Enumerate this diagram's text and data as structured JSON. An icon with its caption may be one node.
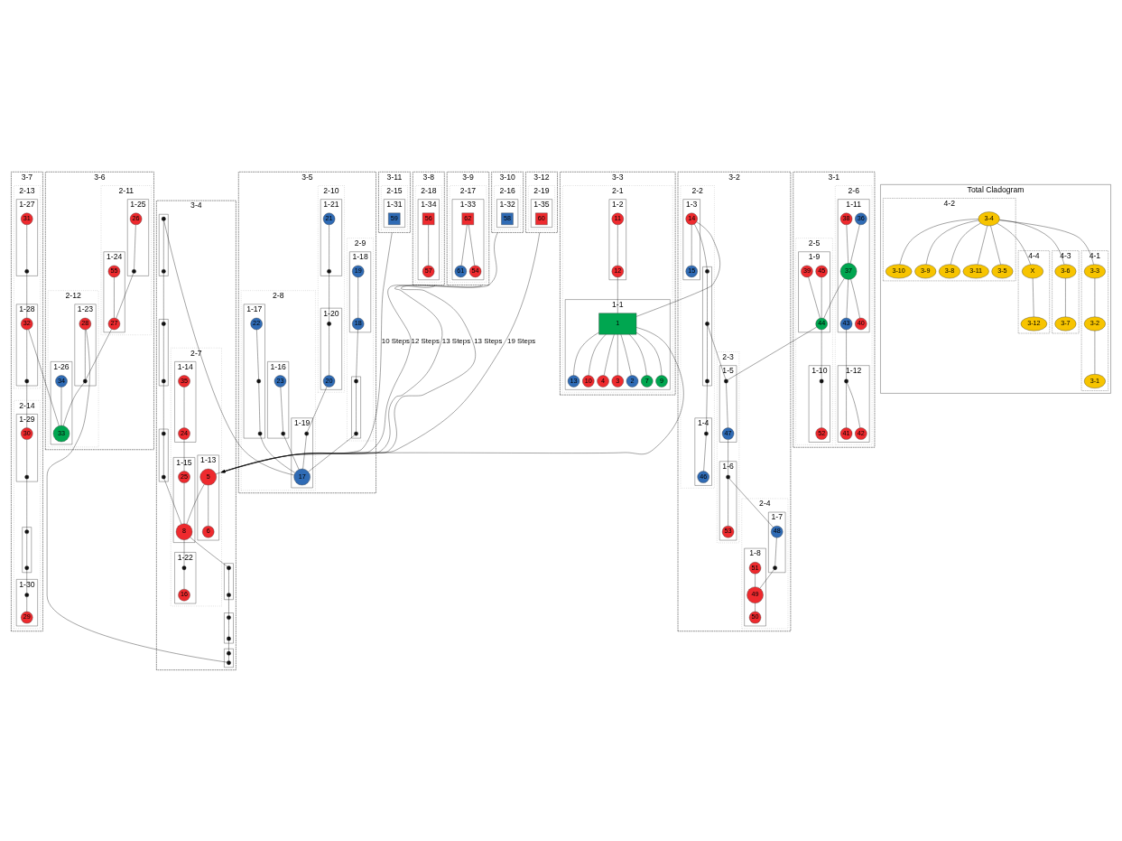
{
  "diagram": {
    "nodes": [
      {
        "text": [
          "3-3"
        ]
      },
      {
        "text": [
          "2-1"
        ],
        "in": 0
      },
      {
        "text": [
          "1-1"
        ],
        "in": 1
      },
      {
        "text": [
          "1"
        ],
        "in": 2
      },
      {
        "text": [
          "13"
        ],
        "in": 2
      },
      {
        "text": [
          "10"
        ],
        "in": 2
      },
      {
        "text": [
          "4"
        ],
        "in": 2
      },
      {
        "text": [
          "3"
        ],
        "in": 2
      },
      {
        "text": [
          "2"
        ],
        "in": 2
      },
      {
        "text": [
          "7"
        ],
        "in": 2
      },
      {
        "text": [
          "9"
        ],
        "in": 2
      },
      {
        "text": [
          "1-2"
        ],
        "in": 1
      },
      {
        "text": [
          "11"
        ],
        "in": 11
      },
      {
        "text": [
          "12"
        ],
        "in": 11
      },
      {
        "text": [
          "3-4"
        ]
      },
      {
        "text": [
          "2-7"
        ],
        "in": 14
      },
      {
        "text": [
          "1-13"
        ],
        "in": 15
      },
      {
        "text": [
          "5"
        ],
        "in": 16
      },
      {
        "text": [
          "6"
        ],
        "in": 16
      },
      {
        "text": [
          "1-14"
        ],
        "in": 15
      },
      {
        "text": [
          "35"
        ],
        "in": 19
      },
      {
        "text": [
          "24"
        ],
        "in": 19
      },
      {
        "text": [
          "1-15"
        ],
        "in": 15
      },
      {
        "text": [
          "25"
        ],
        "in": 22
      },
      {
        "text": [
          "8"
        ],
        "in": 22
      },
      {
        "text": [
          "1-22"
        ],
        "in": 15
      },
      {
        "text": [],
        "shape": "circle",
        "in": 25
      },
      {
        "text": [
          "16"
        ],
        "in": 25
      },
      {
        "text": [],
        "shape": "box",
        "in": 14
      },
      {
        "text": [],
        "shape": "circle",
        "in": 28
      },
      {
        "text": [],
        "shape": "circle",
        "in": 28
      },
      {
        "text": [],
        "shape": "box",
        "in": 14
      },
      {
        "text": [],
        "shape": "circle",
        "in": 31
      },
      {
        "text": [],
        "shape": "circle",
        "in": 31
      },
      {
        "text": [],
        "shape": "box",
        "in": 14
      },
      {
        "text": [],
        "shape": "circle",
        "in": 34
      },
      {
        "text": [],
        "shape": "circle",
        "in": 34
      },
      {
        "text": [],
        "shape": "box",
        "in": 14
      },
      {
        "text": [],
        "shape": "circle",
        "in": 37
      },
      {
        "text": [],
        "shape": "circle",
        "in": 37
      },
      {
        "text": [],
        "shape": "box",
        "in": 14
      },
      {
        "text": [],
        "shape": "circle",
        "in": 40
      },
      {
        "text": [],
        "shape": "circle",
        "in": 40
      },
      {
        "text": [],
        "shape": "box",
        "in": 14
      },
      {
        "text": [],
        "shape": "circle",
        "in": 43
      },
      {
        "text": [],
        "shape": "circle",
        "in": 43
      },
      {
        "text": [
          "3-5"
        ]
      },
      {
        "text": [
          "2-9"
        ],
        "in": 46
      },
      {
        "text": [
          "1-18"
        ],
        "in": 47
      },
      {
        "text": [
          "19"
        ],
        "in": 48
      },
      {
        "text": [
          "18"
        ],
        "in": 48
      },
      {
        "text": [],
        "shape": "box",
        "in": 47
      },
      {
        "text": [],
        "shape": "circle",
        "in": 51
      },
      {
        "text": [],
        "shape": "circle",
        "in": 51
      },
      {
        "text": [
          "2-10"
        ],
        "in": 46
      },
      {
        "text": [
          "1-21"
        ],
        "in": 54
      },
      {
        "text": [
          "21"
        ],
        "in": 55
      },
      {
        "text": [],
        "shape": "circle",
        "in": 55
      },
      {
        "text": [
          "1-20"
        ],
        "in": 54
      },
      {
        "text": [],
        "shape": "circle",
        "in": 58
      },
      {
        "text": [
          "20"
        ],
        "in": 58
      },
      {
        "text": [
          "2-8"
        ],
        "in": 46
      },
      {
        "text": [
          "1-16"
        ],
        "in": 61
      },
      {
        "text": [
          "23"
        ],
        "in": 62
      },
      {
        "text": [],
        "shape": "circle",
        "in": 62
      },
      {
        "text": [
          "1-17"
        ],
        "in": 61
      },
      {
        "text": [
          "22"
        ],
        "in": 65
      },
      {
        "text": [],
        "shape": "circle",
        "in": 65
      },
      {
        "text": [],
        "shape": "circle",
        "in": 65
      },
      {
        "text": [
          "1-19"
        ],
        "in": 61
      },
      {
        "text": [],
        "shape": "circle",
        "in": 69
      },
      {
        "text": [
          "17"
        ],
        "in": 69
      },
      {
        "text": [
          "3-6"
        ]
      },
      {
        "text": [
          "2-11"
        ],
        "in": 72
      },
      {
        "text": [
          "1-25"
        ],
        "in": 73
      },
      {
        "text": [
          "26"
        ],
        "in": 74
      },
      {
        "text": [],
        "shape": "circle",
        "in": 74
      },
      {
        "text": [
          "1-24"
        ],
        "in": 73
      },
      {
        "text": [
          "55"
        ],
        "in": 77
      },
      {
        "text": [
          "27"
        ],
        "in": 77
      },
      {
        "text": [
          "2-12"
        ],
        "in": 72
      },
      {
        "text": [
          "1-23"
        ],
        "in": 80
      },
      {
        "text": [
          "28"
        ],
        "in": 81
      },
      {
        "text": [],
        "shape": "circle",
        "in": 81
      },
      {
        "text": [
          "1-26"
        ],
        "in": 80
      },
      {
        "text": [
          "34"
        ],
        "in": 84
      },
      {
        "text": [
          "33"
        ],
        "in": 84
      },
      {
        "text": [
          "3-7"
        ]
      },
      {
        "text": [
          "2-13"
        ],
        "in": 87
      },
      {
        "text": [
          "1-27"
        ],
        "in": 88
      },
      {
        "text": [
          "31"
        ],
        "in": 89
      },
      {
        "text": [],
        "shape": "circle",
        "in": 89
      },
      {
        "text": [
          "1-28"
        ],
        "in": 88
      },
      {
        "text": [
          "32"
        ],
        "in": 92
      },
      {
        "text": [],
        "shape": "circle",
        "in": 92
      },
      {
        "text": [
          "2-14"
        ],
        "in": 87
      },
      {
        "text": [
          "1-30"
        ],
        "in": 95
      },
      {
        "text": [
          "29"
        ],
        "in": 96
      },
      {
        "text": [],
        "shape": "circle",
        "in": 96
      },
      {
        "text": [],
        "shape": "box",
        "in": 95
      },
      {
        "text": [],
        "shape": "circle",
        "in": 99
      },
      {
        "text": [],
        "shape": "circle",
        "in": 99
      },
      {
        "text": [
          "1-29"
        ],
        "in": 95
      },
      {
        "text": [],
        "shape": "circle",
        "in": 102
      },
      {
        "text": [
          "30"
        ],
        "in": 102
      },
      {
        "text": [
          "3-1"
        ]
      },
      {
        "text": [
          "2-6"
        ],
        "in": 105
      },
      {
        "text": [
          "1-11"
        ],
        "in": 106
      },
      {
        "text": [
          "36"
        ],
        "in": 107
      },
      {
        "text": [
          "38"
        ],
        "in": 107
      },
      {
        "text": [
          "37"
        ],
        "in": 107
      },
      {
        "text": [
          "43"
        ],
        "in": 107
      },
      {
        "text": [
          "40"
        ],
        "in": 107
      },
      {
        "text": [
          "1-12"
        ],
        "in": 106
      },
      {
        "text": [],
        "shape": "circle",
        "in": 113
      },
      {
        "text": [
          "41"
        ],
        "in": 113
      },
      {
        "text": [
          "42"
        ],
        "in": 113
      },
      {
        "text": [
          "2-5"
        ],
        "in": 105
      },
      {
        "text": [
          "1-9"
        ],
        "in": 117
      },
      {
        "text": [
          "45"
        ],
        "in": 118
      },
      {
        "text": [
          "39"
        ],
        "in": 118
      },
      {
        "text": [
          "44"
        ],
        "in": 118
      },
      {
        "text": [
          "1-10"
        ],
        "in": 117
      },
      {
        "text": [],
        "shape": "circle",
        "in": 122
      },
      {
        "text": [
          "52"
        ],
        "in": 122
      },
      {
        "text": [
          "3-2"
        ]
      },
      {
        "text": [
          "2-2"
        ],
        "in": 125
      },
      {
        "text": [
          "1-3"
        ],
        "in": 126
      },
      {
        "text": [
          "14"
        ],
        "in": 127
      },
      {
        "text": [
          "15"
        ],
        "in": 127
      },
      {
        "text": [],
        "shape": "box",
        "in": 126
      },
      {
        "text": [],
        "shape": "circle",
        "in": 130
      },
      {
        "text": [],
        "shape": "circle",
        "in": 130
      },
      {
        "text": [],
        "shape": "circle",
        "in": 130
      },
      {
        "text": [
          "1-4"
        ],
        "in": 126
      },
      {
        "text": [],
        "shape": "circle",
        "in": 134
      },
      {
        "text": [
          "46"
        ],
        "in": 134
      },
      {
        "text": [
          "2-3"
        ],
        "in": 125
      },
      {
        "text": [
          "1-5"
        ],
        "in": 137
      },
      {
        "text": [],
        "shape": "circle",
        "in": 138
      },
      {
        "text": [
          "47"
        ],
        "in": 138
      },
      {
        "text": [
          "1-6"
        ],
        "in": 137
      },
      {
        "text": [],
        "shape": "circle",
        "in": 141
      },
      {
        "text": [
          "53"
        ],
        "in": 141
      },
      {
        "text": [
          "2-4"
        ],
        "in": 125
      },
      {
        "text": [
          "1-7"
        ],
        "in": 144
      },
      {
        "text": [
          "48"
        ],
        "in": 145
      },
      {
        "text": [],
        "shape": "circle",
        "in": 145
      },
      {
        "text": [
          "1-8"
        ],
        "in": 144
      },
      {
        "text": [
          "51"
        ],
        "in": 148
      },
      {
        "text": [
          "49"
        ],
        "in": 148
      },
      {
        "text": [
          "50"
        ],
        "in": 148
      },
      {
        "text": [
          "3-11"
        ]
      },
      {
        "text": [
          "2-15"
        ],
        "in": 152
      },
      {
        "text": [
          "1-31"
        ],
        "in": 153
      },
      {
        "text": [
          "59"
        ],
        "in": 154
      },
      {
        "text": [
          "3-8"
        ]
      },
      {
        "text": [
          "2-18"
        ],
        "in": 156
      },
      {
        "text": [
          "1-34"
        ],
        "in": 157
      },
      {
        "text": [
          "56"
        ],
        "in": 158
      },
      {
        "text": [
          "57"
        ],
        "in": 158
      },
      {
        "text": [
          "3-9"
        ]
      },
      {
        "text": [
          "2-17"
        ],
        "in": 161
      },
      {
        "text": [
          "1-33"
        ],
        "in": 162
      },
      {
        "text": [
          "62"
        ],
        "in": 163
      },
      {
        "text": [
          "61"
        ],
        "in": 163
      },
      {
        "text": [
          "54"
        ],
        "in": 163
      },
      {
        "text": [
          "3-10"
        ]
      },
      {
        "text": [
          "2-16"
        ],
        "in": 167
      },
      {
        "text": [
          "1-32"
        ],
        "in": 168
      },
      {
        "text": [
          "58"
        ],
        "in": 169
      },
      {
        "text": [
          "3-12"
        ]
      },
      {
        "text": [
          "2-19"
        ],
        "in": 171
      },
      {
        "text": [
          "1-35"
        ],
        "in": 172
      },
      {
        "text": [
          "60"
        ],
        "in": 173
      },
      {
        "text": [
          "Total Cladogram"
        ]
      },
      {
        "text": [
          "4-2"
        ],
        "in": 175
      },
      {
        "text": [
          "3-10"
        ],
        "in": 176
      },
      {
        "text": [
          "3-9"
        ],
        "in": 176
      },
      {
        "text": [
          "3-8"
        ],
        "in": 176
      },
      {
        "text": [
          "3-11"
        ],
        "in": 176
      },
      {
        "text": [
          "3-4"
        ],
        "in": 176
      },
      {
        "text": [
          "3-5"
        ],
        "in": 176
      },
      {
        "text": [
          "4-4"
        ],
        "in": 175
      },
      {
        "text": [
          "X"
        ],
        "in": 183
      },
      {
        "text": [
          "3-12"
        ],
        "in": 183
      },
      {
        "text": [
          "4-3"
        ],
        "in": 175
      },
      {
        "text": [
          "3-6"
        ],
        "in": 186
      },
      {
        "text": [
          "3-7"
        ],
        "in": 186
      },
      {
        "text": [
          "4-1"
        ],
        "in": 175
      },
      {
        "text": [
          "3-3"
        ],
        "in": 189
      },
      {
        "text": [
          "3-2"
        ],
        "in": 189
      },
      {
        "text": [
          "3-1"
        ],
        "in": 189
      }
    ],
    "edges": [
      {
        "from": 3,
        "to": 4,
        "arrow": "none"
      },
      {
        "from": 3,
        "to": 5,
        "arrow": "none"
      },
      {
        "from": 3,
        "to": 6,
        "arrow": "none"
      },
      {
        "from": 3,
        "to": 7,
        "arrow": "none"
      },
      {
        "from": 3,
        "to": 8,
        "arrow": "none"
      },
      {
        "from": 3,
        "to": 9,
        "arrow": "none"
      },
      {
        "from": 3,
        "to": 10,
        "arrow": "none"
      },
      {
        "from": 12,
        "to": 13,
        "arrow": "none"
      },
      {
        "from": 13,
        "to": 3,
        "arrow": "none"
      },
      {
        "from": 3,
        "to": 17,
        "arrow": "none"
      },
      {
        "from": 3,
        "to": 128,
        "arrow": "none"
      },
      {
        "from": 17,
        "to": 18,
        "arrow": "none"
      },
      {
        "from": 17,
        "to": 24,
        "arrow": "none"
      },
      {
        "from": 20,
        "to": 21,
        "arrow": "none"
      },
      {
        "from": 21,
        "to": 23,
        "arrow": "none"
      },
      {
        "from": 23,
        "to": 24,
        "arrow": "none"
      },
      {
        "from": 24,
        "to": 26,
        "arrow": "none"
      },
      {
        "from": 26,
        "to": 27,
        "arrow": "none"
      },
      {
        "from": 71,
        "to": 29,
        "arrow": "none"
      },
      {
        "from": 29,
        "to": 30,
        "arrow": "none"
      },
      {
        "from": 30,
        "to": 32,
        "arrow": "none"
      },
      {
        "from": 32,
        "to": 33,
        "arrow": "none"
      },
      {
        "from": 33,
        "to": 35,
        "arrow": "none"
      },
      {
        "from": 35,
        "to": 36,
        "arrow": "none"
      },
      {
        "from": 36,
        "to": 24,
        "arrow": "none"
      },
      {
        "from": 24,
        "to": 38,
        "arrow": "none"
      },
      {
        "from": 38,
        "to": 39,
        "arrow": "none"
      },
      {
        "from": 39,
        "to": 41,
        "arrow": "none"
      },
      {
        "from": 41,
        "to": 42,
        "arrow": "none"
      },
      {
        "from": 42,
        "to": 44,
        "arrow": "none"
      },
      {
        "from": 44,
        "to": 45,
        "arrow": "none"
      },
      {
        "from": 45,
        "to": 82,
        "arrow": "none"
      },
      {
        "from": 49,
        "to": 50,
        "arrow": "none"
      },
      {
        "from": 50,
        "to": 52,
        "arrow": "none"
      },
      {
        "from": 52,
        "to": 53,
        "arrow": "none"
      },
      {
        "from": 53,
        "to": 71,
        "arrow": "none"
      },
      {
        "from": 56,
        "to": 57,
        "arrow": "none"
      },
      {
        "from": 57,
        "to": 59,
        "arrow": "none"
      },
      {
        "from": 59,
        "to": 60,
        "arrow": "none"
      },
      {
        "from": 60,
        "to": 70,
        "arrow": "none"
      },
      {
        "from": 70,
        "to": 71,
        "arrow": "none"
      },
      {
        "from": 63,
        "to": 64,
        "arrow": "none"
      },
      {
        "from": 64,
        "to": 71,
        "arrow": "none"
      },
      {
        "from": 66,
        "to": 67,
        "arrow": "none"
      },
      {
        "from": 67,
        "to": 68,
        "arrow": "none"
      },
      {
        "from": 68,
        "to": 71,
        "arrow": "none"
      },
      {
        "from": 82,
        "to": 83,
        "arrow": "none"
      },
      {
        "from": 75,
        "to": 76,
        "arrow": "none"
      },
      {
        "from": 76,
        "to": 79,
        "arrow": "none"
      },
      {
        "from": 78,
        "to": 79,
        "arrow": "none"
      },
      {
        "from": 79,
        "to": 83,
        "arrow": "none"
      },
      {
        "from": 83,
        "to": 86,
        "arrow": "none"
      },
      {
        "from": 85,
        "to": 86,
        "arrow": "none"
      },
      {
        "from": 86,
        "to": 93,
        "arrow": "none"
      },
      {
        "from": 90,
        "to": 91,
        "arrow": "none"
      },
      {
        "from": 91,
        "to": 93,
        "arrow": "none"
      },
      {
        "from": 93,
        "to": 94,
        "arrow": "none"
      },
      {
        "from": 94,
        "to": 104,
        "arrow": "none"
      },
      {
        "from": 104,
        "to": 103,
        "arrow": "none"
      },
      {
        "from": 103,
        "to": 100,
        "arrow": "none"
      },
      {
        "from": 100,
        "to": 101,
        "arrow": "none"
      },
      {
        "from": 101,
        "to": 98,
        "arrow": "none"
      },
      {
        "from": 98,
        "to": 97,
        "arrow": "none"
      },
      {
        "from": 108,
        "to": 110,
        "arrow": "none"
      },
      {
        "from": 109,
        "to": 110,
        "arrow": "none"
      },
      {
        "from": 110,
        "to": 111,
        "arrow": "none"
      },
      {
        "from": 110,
        "to": 112,
        "arrow": "none"
      },
      {
        "from": 111,
        "to": 114,
        "arrow": "none"
      },
      {
        "from": 114,
        "to": 115,
        "arrow": "none"
      },
      {
        "from": 114,
        "to": 116,
        "arrow": "none"
      },
      {
        "from": 110,
        "to": 121,
        "arrow": "none"
      },
      {
        "from": 119,
        "to": 121,
        "arrow": "none"
      },
      {
        "from": 120,
        "to": 121,
        "arrow": "none"
      },
      {
        "from": 121,
        "to": 123,
        "arrow": "none"
      },
      {
        "from": 123,
        "to": 124,
        "arrow": "none"
      },
      {
        "from": 121,
        "to": 139,
        "arrow": "none"
      },
      {
        "from": 128,
        "to": 129,
        "arrow": "none"
      },
      {
        "from": 128,
        "to": 131,
        "arrow": "none"
      },
      {
        "from": 131,
        "to": 132,
        "arrow": "none"
      },
      {
        "from": 132,
        "to": 133,
        "arrow": "none"
      },
      {
        "from": 133,
        "to": 135,
        "arrow": "none"
      },
      {
        "from": 135,
        "to": 136,
        "arrow": "none"
      },
      {
        "from": 132,
        "to": 139,
        "arrow": "none"
      },
      {
        "from": 139,
        "to": 140,
        "arrow": "none"
      },
      {
        "from": 140,
        "to": 142,
        "arrow": "none"
      },
      {
        "from": 142,
        "to": 143,
        "arrow": "none"
      },
      {
        "from": 142,
        "to": 146,
        "arrow": "none"
      },
      {
        "from": 146,
        "to": 147,
        "arrow": "none"
      },
      {
        "from": 147,
        "to": 150,
        "arrow": "none"
      },
      {
        "from": 149,
        "to": 150,
        "arrow": "none"
      },
      {
        "from": 150,
        "to": 151,
        "arrow": "none"
      },
      {
        "from": 159,
        "to": 160,
        "arrow": "none"
      },
      {
        "from": 164,
        "to": 165,
        "arrow": "none"
      },
      {
        "from": 164,
        "to": 166,
        "arrow": "none"
      },
      {
        "from": 152,
        "to": 15,
        "arrow": "to",
        "label": "10 Steps"
      },
      {
        "from": 156,
        "to": 15,
        "arrow": "to",
        "label": "12 Steps"
      },
      {
        "from": 161,
        "to": 15,
        "arrow": "to",
        "label": "13 Steps"
      },
      {
        "from": 167,
        "to": 15,
        "arrow": "to",
        "label": "13 Steps"
      },
      {
        "from": 171,
        "to": 15,
        "arrow": "to",
        "label": "19 Steps"
      },
      {
        "from": 181,
        "to": 177,
        "arrow": "none"
      },
      {
        "from": 181,
        "to": 178,
        "arrow": "none"
      },
      {
        "from": 181,
        "to": 179,
        "arrow": "none"
      },
      {
        "from": 181,
        "to": 180,
        "arrow": "none"
      },
      {
        "from": 181,
        "to": 182,
        "arrow": "none"
      },
      {
        "from": 181,
        "to": 184,
        "arrow": "none"
      },
      {
        "from": 184,
        "to": 185,
        "arrow": "none"
      },
      {
        "from": 181,
        "to": 187,
        "arrow": "none"
      },
      {
        "from": 187,
        "to": 188,
        "arrow": "none"
      },
      {
        "from": 181,
        "to": 190,
        "arrow": "none"
      },
      {
        "from": 190,
        "to": 191,
        "arrow": "none"
      },
      {
        "from": 191,
        "to": 192,
        "arrow": "none"
      }
    ]
  }
}
